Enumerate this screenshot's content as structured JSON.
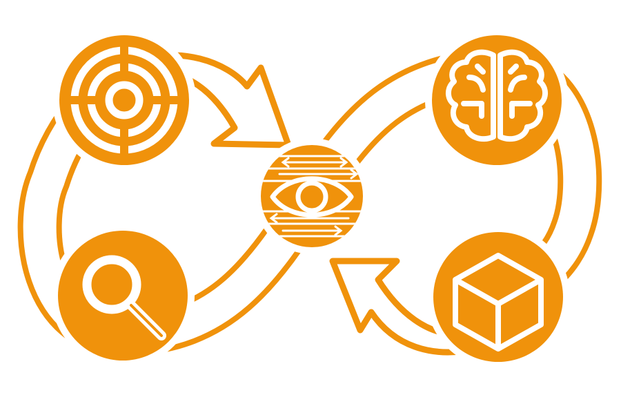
{
  "diagram": {
    "accent_color": "#f0920b",
    "background_color": "#ffffff",
    "nodes": [
      {
        "id": "target",
        "icon": "target-icon"
      },
      {
        "id": "brain",
        "icon": "brain-icon"
      },
      {
        "id": "eye",
        "icon": "eye-icon"
      },
      {
        "id": "search",
        "icon": "magnifier-icon"
      },
      {
        "id": "box",
        "icon": "box-icon"
      }
    ]
  }
}
